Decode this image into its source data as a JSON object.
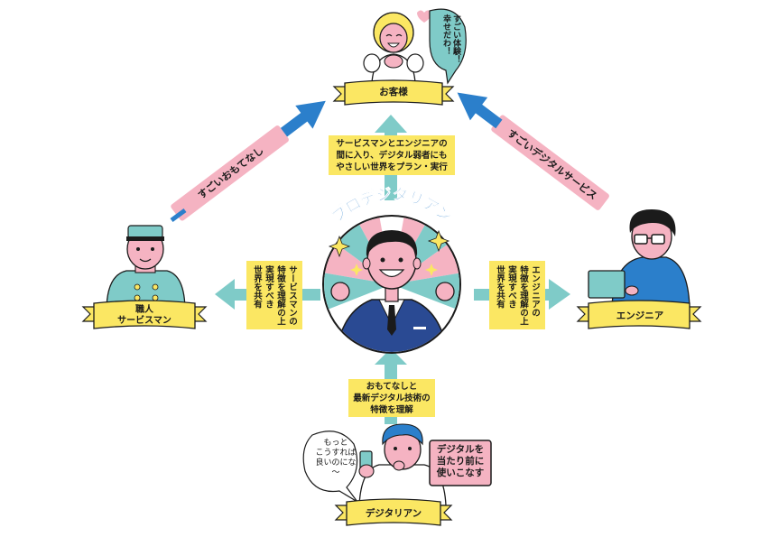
{
  "title": "プロデジタリアン",
  "roles": {
    "customer": "お客様",
    "service": "職人\nサービスマン",
    "engineer": "エンジニア",
    "digitalian": "デジタリアン"
  },
  "arrows": {
    "left_diag": "すごいおもてなし",
    "right_diag": "すごいデジタルサービス"
  },
  "notes": {
    "top": "サービスマンとエンジニアの\n間に入り、デジタル弱者にも\nやさしい世界をプラン・実行",
    "left": "サービスマンの\n特徴を理解の上\n実現すべき\n世界を共有",
    "right": "エンジニアの\n特徴を理解の上\n実現すべき\n世界を共有",
    "bottom": "おもてなしと\n最新デジタル技術の\n特徴を理解"
  },
  "bubbles": {
    "customer": "すごい体験！\n幸せだわ！",
    "digitalian": "もっと\nこうすれば\n良いのにな～"
  },
  "sign": "デジタルを\n当たり前に\n使いこなす",
  "colors": {
    "pink": "#f5b3c2",
    "teal": "#7fcbc8",
    "yellow": "#fbe763",
    "blue": "#2b7fcb",
    "navy": "#2a4a93"
  }
}
